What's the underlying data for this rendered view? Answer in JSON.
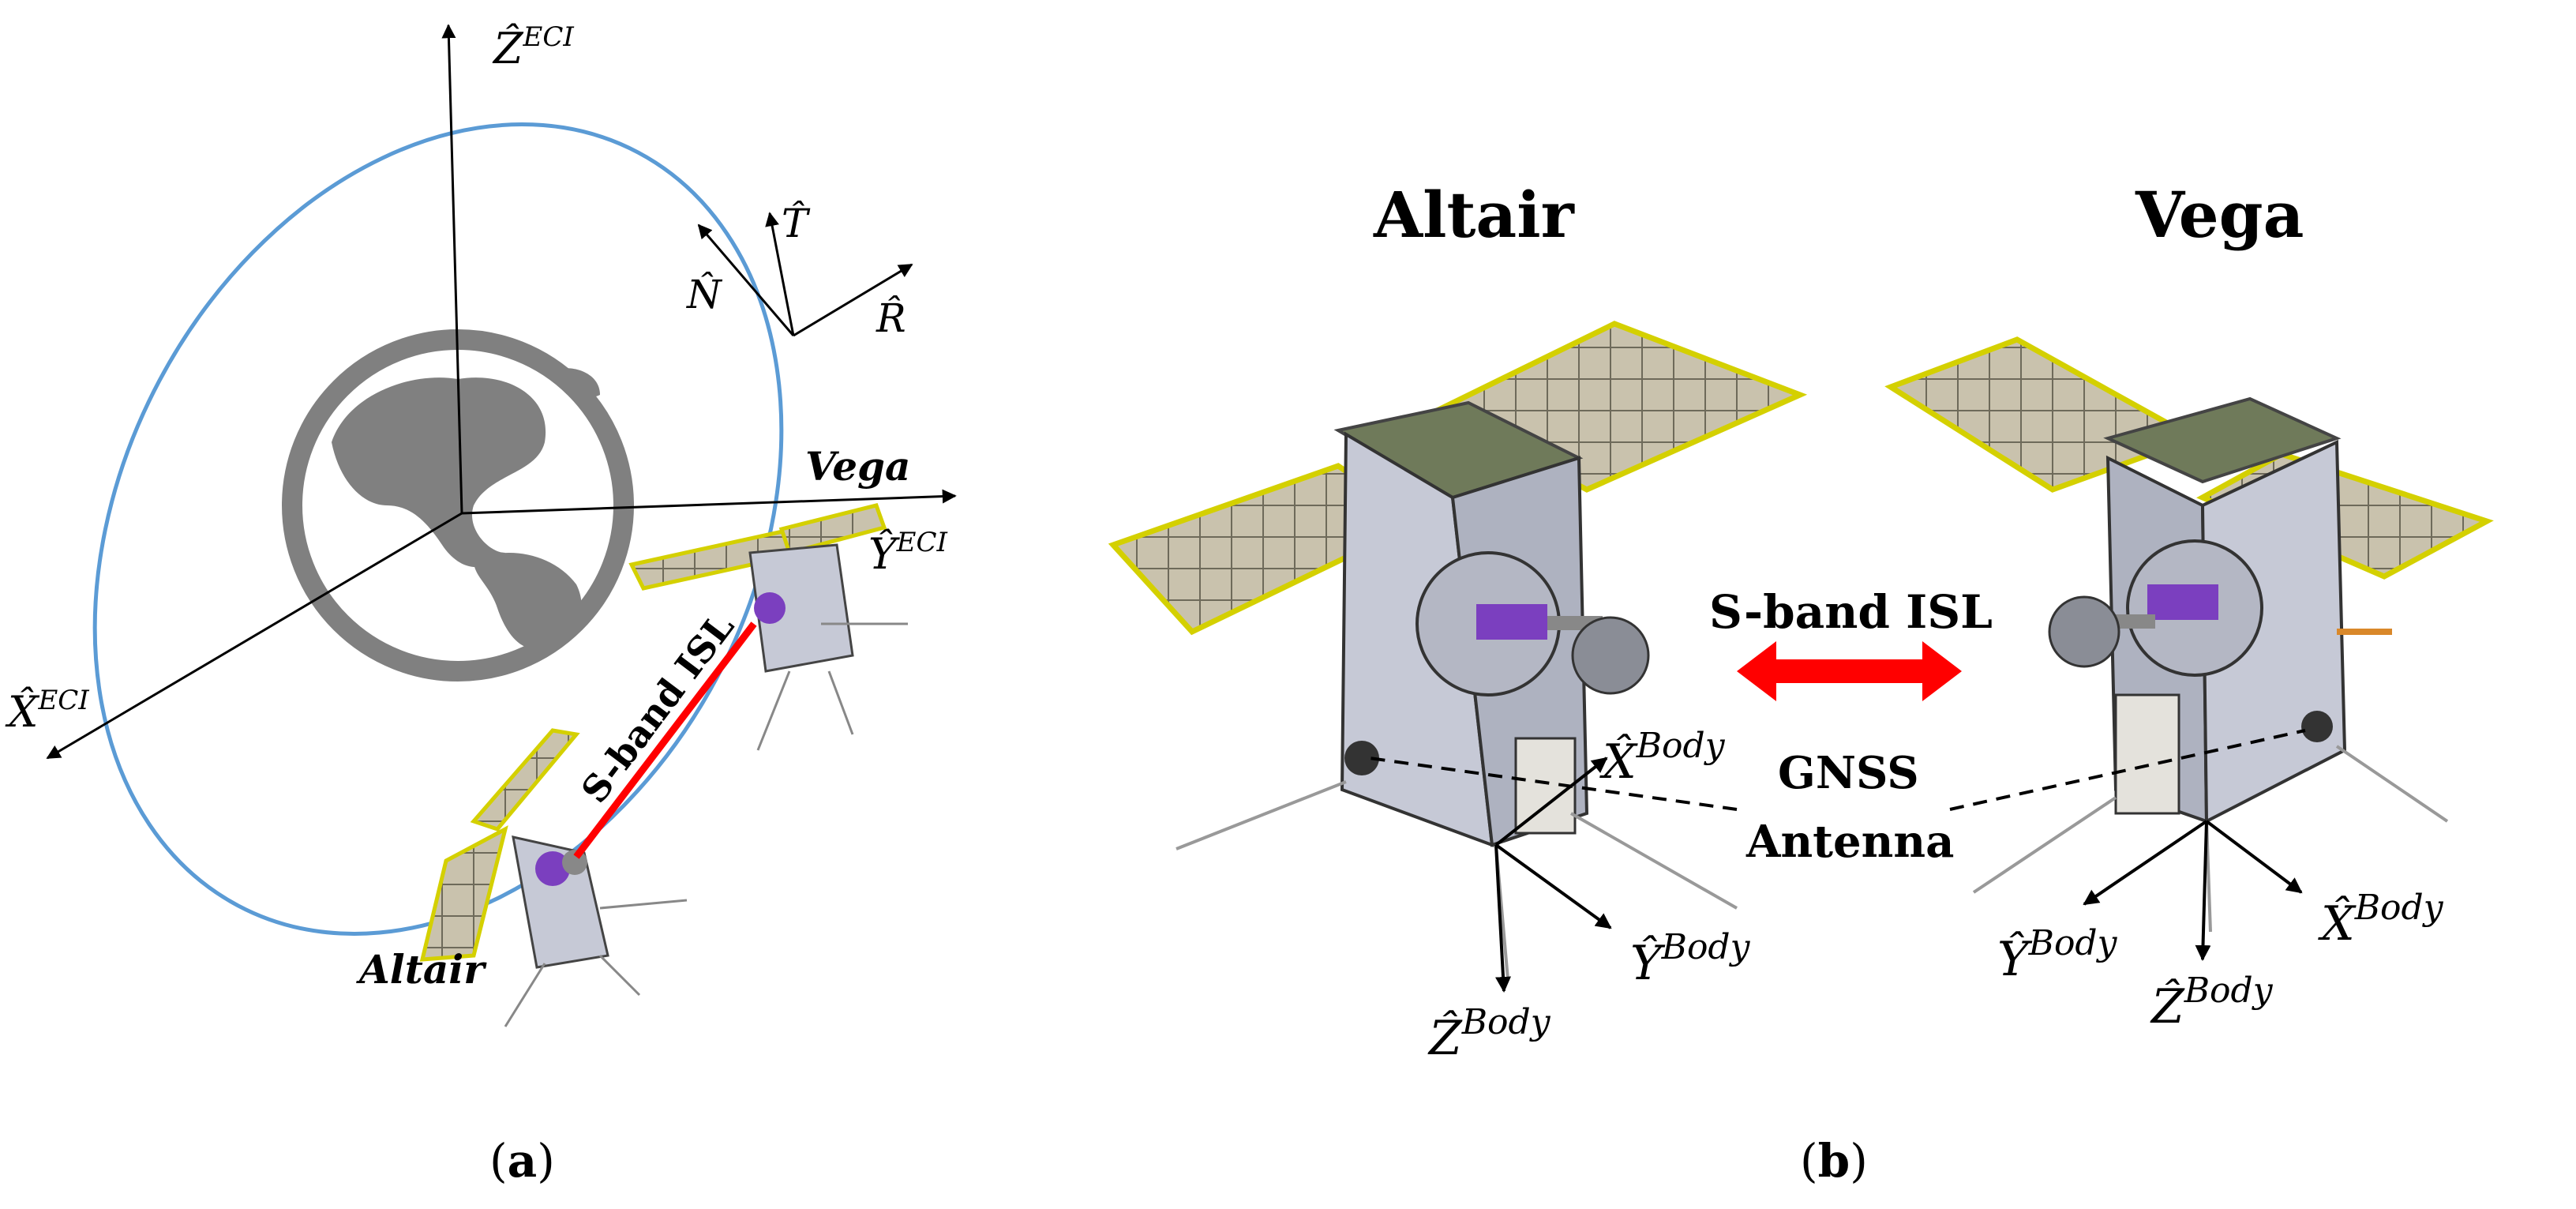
{
  "panel_a": {
    "axis_z": "Ẑ",
    "axis_z_sup": "ECI",
    "axis_y": "Ŷ",
    "axis_y_sup": "ECI",
    "axis_x": "X̂",
    "axis_x_sup": "ECI",
    "frame_t": "T̂",
    "frame_n": "N̂",
    "frame_r": "R̂",
    "sat_vega": "Vega",
    "sat_altair": "Altair",
    "link_label": "S-band ISL",
    "caption_label": "a"
  },
  "panel_b": {
    "title_altair": "Altair",
    "title_vega": "Vega",
    "link_label": "S-band ISL",
    "gnss_label_1": "GNSS",
    "gnss_label_2": "Antenna",
    "altair_axes": {
      "x": "X̂",
      "y": "Ŷ",
      "z": "Ẑ",
      "sup": "Body"
    },
    "vega_axes": {
      "x": "X̂",
      "y": "Ŷ",
      "z": "Ẑ",
      "sup": "Body"
    },
    "caption_label": "b"
  },
  "colors": {
    "orbit": "#5b9bd5",
    "earth": "#808080",
    "link": "#ff0000",
    "panel_fill": "#c9c2ad",
    "panel_frame": "#d4d000",
    "body_metal": "#c6c9d6",
    "mechanism": "#7b3fbf"
  },
  "icons": {
    "earth": "earth-globe-icon",
    "satellite": "cubesat-icon",
    "link_arrow": "double-arrow-icon"
  }
}
